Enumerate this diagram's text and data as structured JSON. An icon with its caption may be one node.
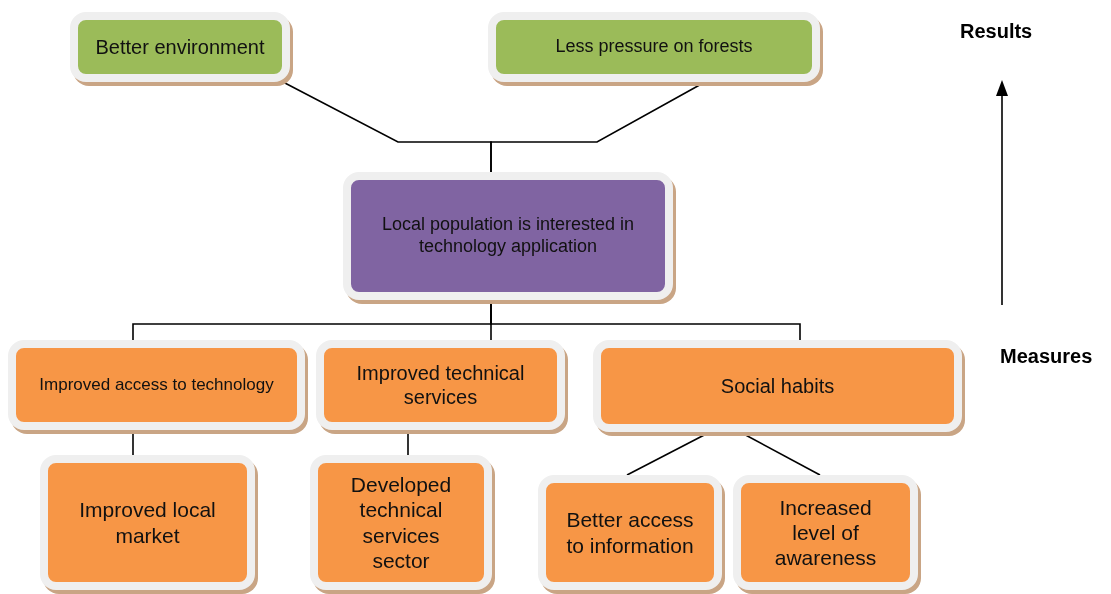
{
  "diagram": {
    "nodes": [
      {
        "text": [
          "Better environment"
        ]
      },
      {
        "text": [
          "Less pressure on forests"
        ]
      },
      {
        "text": [
          "Local population is interested in technology application"
        ]
      },
      {
        "text": [
          "Improved access to technology"
        ]
      },
      {
        "text": [
          "Improved technical services"
        ]
      },
      {
        "text": [
          "Social habits"
        ]
      },
      {
        "text": [
          "Improved local market"
        ]
      },
      {
        "text": [
          "Developed technical services sector"
        ]
      },
      {
        "text": [
          "Better access to information"
        ]
      },
      {
        "text": [
          "Increased level of awareness"
        ]
      }
    ],
    "edges": [
      {
        "from": 0,
        "to": 2,
        "arrow": "none"
      },
      {
        "from": 1,
        "to": 2,
        "arrow": "none"
      },
      {
        "from": 2,
        "to": 3,
        "arrow": "none"
      },
      {
        "from": 2,
        "to": 4,
        "arrow": "none"
      },
      {
        "from": 2,
        "to": 5,
        "arrow": "none"
      },
      {
        "from": 3,
        "to": 6,
        "arrow": "none"
      },
      {
        "from": 4,
        "to": 7,
        "arrow": "none"
      },
      {
        "from": 5,
        "to": 8,
        "arrow": "none"
      },
      {
        "from": 5,
        "to": 9,
        "arrow": "none"
      }
    ],
    "labels": [
      "Results",
      "Measures"
    ]
  }
}
